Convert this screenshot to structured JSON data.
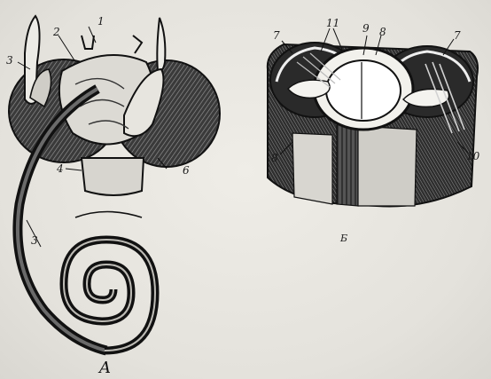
{
  "figure_a": {
    "caption": "A",
    "labels": [
      "1",
      "2",
      "3",
      "4",
      "6",
      "3"
    ]
  },
  "figure_b": {
    "caption": "Б",
    "labels": [
      "7",
      "11",
      "9",
      "8",
      "7",
      "8",
      "10"
    ]
  }
}
